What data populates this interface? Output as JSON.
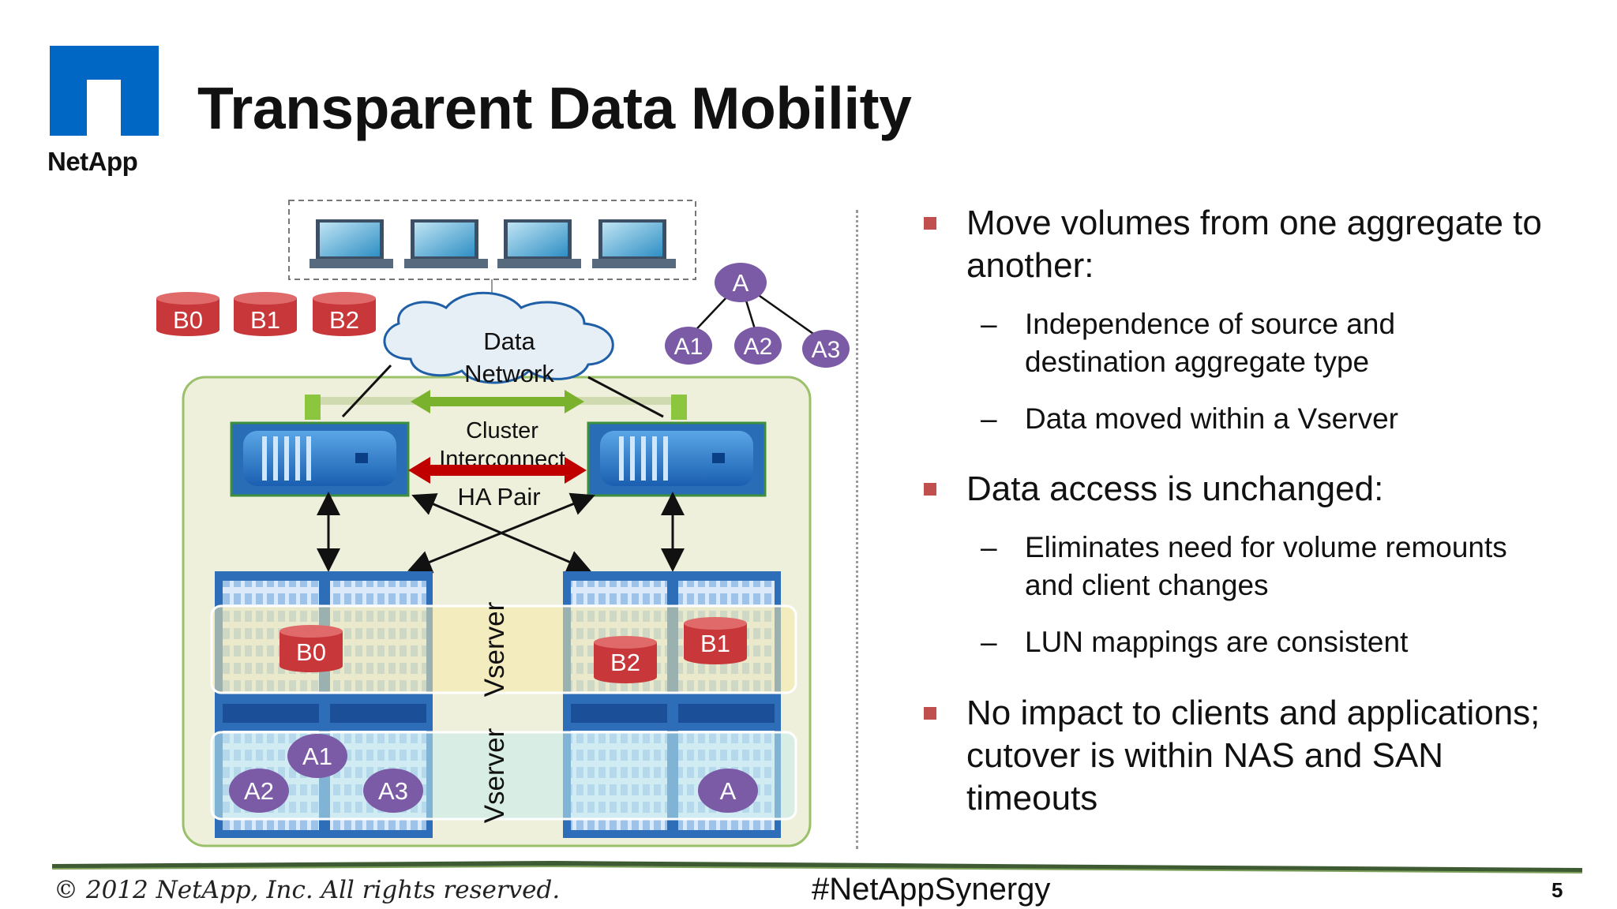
{
  "header": {
    "logo_text": "NetApp",
    "title": "Transparent Data Mobility"
  },
  "diagram": {
    "cloud_label_line1": "Data",
    "cloud_label_line2": "Network",
    "cluster_label_line1": "Cluster",
    "cluster_label_line2": "Interconnect",
    "ha_label": "HA Pair",
    "vserver_label_top": "Vserver",
    "vserver_label_bottom": "Vserver",
    "top_volumes": [
      "B0",
      "B1",
      "B2"
    ],
    "tree_root": "A",
    "tree_children": [
      "A1",
      "A2",
      "A3"
    ],
    "left_shelf_b_volume": "B0",
    "left_shelf_a_volumes": [
      "A1",
      "A2",
      "A3"
    ],
    "right_shelf_b_volumes": [
      "B1",
      "B2"
    ],
    "right_shelf_a_volume": "A",
    "colors": {
      "volume_red": "#c8373a",
      "node_purple": "#7b5aa6",
      "interconnect_green": "#7ab22e",
      "ha_red": "#c00000",
      "cluster_bg": "#eef0dc",
      "storage_blue": "#2e6db8"
    }
  },
  "bullets": [
    {
      "lines": [
        "Move volumes from one aggregate to",
        "another:"
      ],
      "subs": [
        {
          "lines": [
            "Independence of source and",
            "destination aggregate type"
          ]
        },
        {
          "lines": [
            "Data moved within a Vserver"
          ]
        }
      ]
    },
    {
      "lines": [
        "Data access is unchanged:"
      ],
      "subs": [
        {
          "lines": [
            "Eliminates need for volume remounts",
            "and client changes"
          ]
        },
        {
          "lines": [
            "LUN mappings are consistent"
          ]
        }
      ]
    },
    {
      "lines": [
        "No impact to clients and applications;",
        "cutover is within NAS and SAN",
        "timeouts"
      ],
      "subs": []
    }
  ],
  "footer": {
    "copyright": "© 2012 NetApp, Inc. All rights reserved.",
    "hashtag": "#NetAppSynergy",
    "page": "5"
  }
}
